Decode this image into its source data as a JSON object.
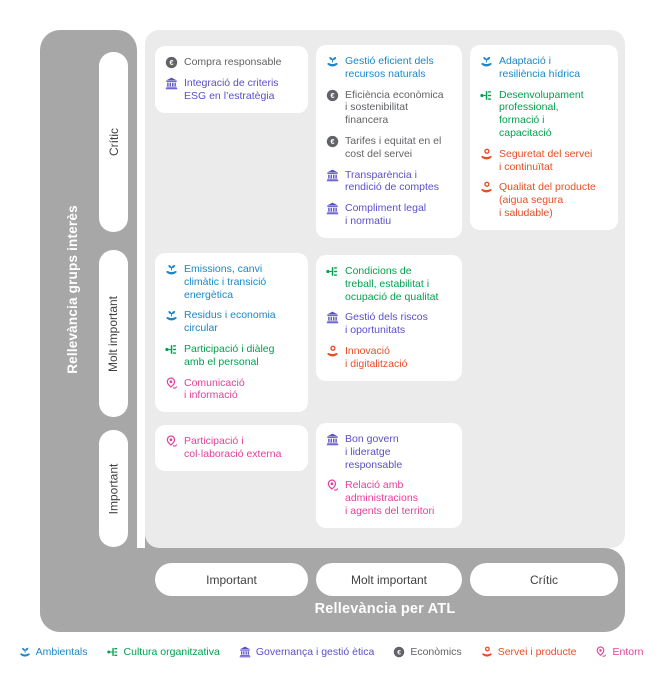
{
  "categories": {
    "ambientals": {
      "label": "Ambientals",
      "color": "#1c86c6",
      "icon": "sprout-hand-icon"
    },
    "cultura": {
      "label": "Cultura organitzativa",
      "color": "#00a24f",
      "icon": "org-network-icon"
    },
    "governanca": {
      "label": "Governança i gestió ètica",
      "color": "#5a4fc8",
      "icon": "bank-icon"
    },
    "economics": {
      "label": "Econòmics",
      "color": "#626366",
      "icon": "euro-coin-icon"
    },
    "servei": {
      "label": "Servei i producte",
      "color": "#e84e26",
      "icon": "hand-offer-icon"
    },
    "entorn": {
      "label": "Entorn",
      "color": "#e43f9a",
      "icon": "location-pin-icon"
    }
  },
  "chart_data": {
    "type": "table",
    "title": "Materiality matrix",
    "x_axis": {
      "label": "Rellevància per ATL",
      "categories": [
        "Important",
        "Molt important",
        "Crític"
      ]
    },
    "y_axis": {
      "label": "Rellevància grups interès",
      "categories": [
        "Crític",
        "Molt important",
        "Important"
      ]
    },
    "cells": [
      {
        "x": "Important",
        "y": "Crític",
        "items": [
          {
            "category": "economics",
            "text": "Compra responsable"
          },
          {
            "category": "governanca",
            "text": "Integració de criteris\nESG en l’estratègia"
          }
        ]
      },
      {
        "x": "Molt important",
        "y": "Crític",
        "items": [
          {
            "category": "ambientals",
            "text": "Gestió eficient dels\nrecursos naturals"
          },
          {
            "category": "economics",
            "text": "Eficiència econòmica\ni sostenibilitat\nfinancera"
          },
          {
            "category": "economics",
            "text": "Tarifes i equitat en el\ncost del servei"
          },
          {
            "category": "governanca",
            "text": "Transparència i\nrendició de comptes"
          },
          {
            "category": "governanca",
            "text": "Compliment legal\ni normatiu"
          }
        ]
      },
      {
        "x": "Crític",
        "y": "Crític",
        "items": [
          {
            "category": "ambientals",
            "text": "Adaptació i\nresiliència hídrica"
          },
          {
            "category": "cultura",
            "text": "Desenvolupament\nprofessional,\nformació i\ncapacitació"
          },
          {
            "category": "servei",
            "text": "Seguretat del servei\ni continuïtat"
          },
          {
            "category": "servei",
            "text": "Qualitat del producte\n(aigua segura\ni saludable)"
          }
        ]
      },
      {
        "x": "Important",
        "y": "Molt important",
        "items": [
          {
            "category": "ambientals",
            "text": "Emissions, canvi\nclimàtic i transició\nenergètica"
          },
          {
            "category": "ambientals",
            "text": "Residus i economia\ncircular"
          },
          {
            "category": "cultura",
            "text": "Participació i diàleg\namb el personal"
          },
          {
            "category": "entorn",
            "text": "Comunicació\ni informació"
          }
        ]
      },
      {
        "x": "Molt important",
        "y": "Molt important",
        "items": [
          {
            "category": "cultura",
            "text": "Condicions de\ntreball, estabilitat i\nocupació de qualitat"
          },
          {
            "category": "governanca",
            "text": "Gestió dels riscos\ni oportunitats"
          },
          {
            "category": "servei",
            "text": "Innovació\ni digitalització"
          }
        ]
      },
      {
        "x": "Important",
        "y": "Important",
        "items": [
          {
            "category": "entorn",
            "text": "Participació i\ncol·laboració externa"
          }
        ]
      },
      {
        "x": "Molt important",
        "y": "Important",
        "items": [
          {
            "category": "governanca",
            "text": "Bon govern\ni lideratge\nresponsable"
          },
          {
            "category": "entorn",
            "text": "Relació amb\nadministracions\ni agents del territori"
          }
        ]
      }
    ]
  },
  "legend_order": [
    "ambientals",
    "cultura",
    "governanca",
    "economics",
    "servei",
    "entorn"
  ]
}
